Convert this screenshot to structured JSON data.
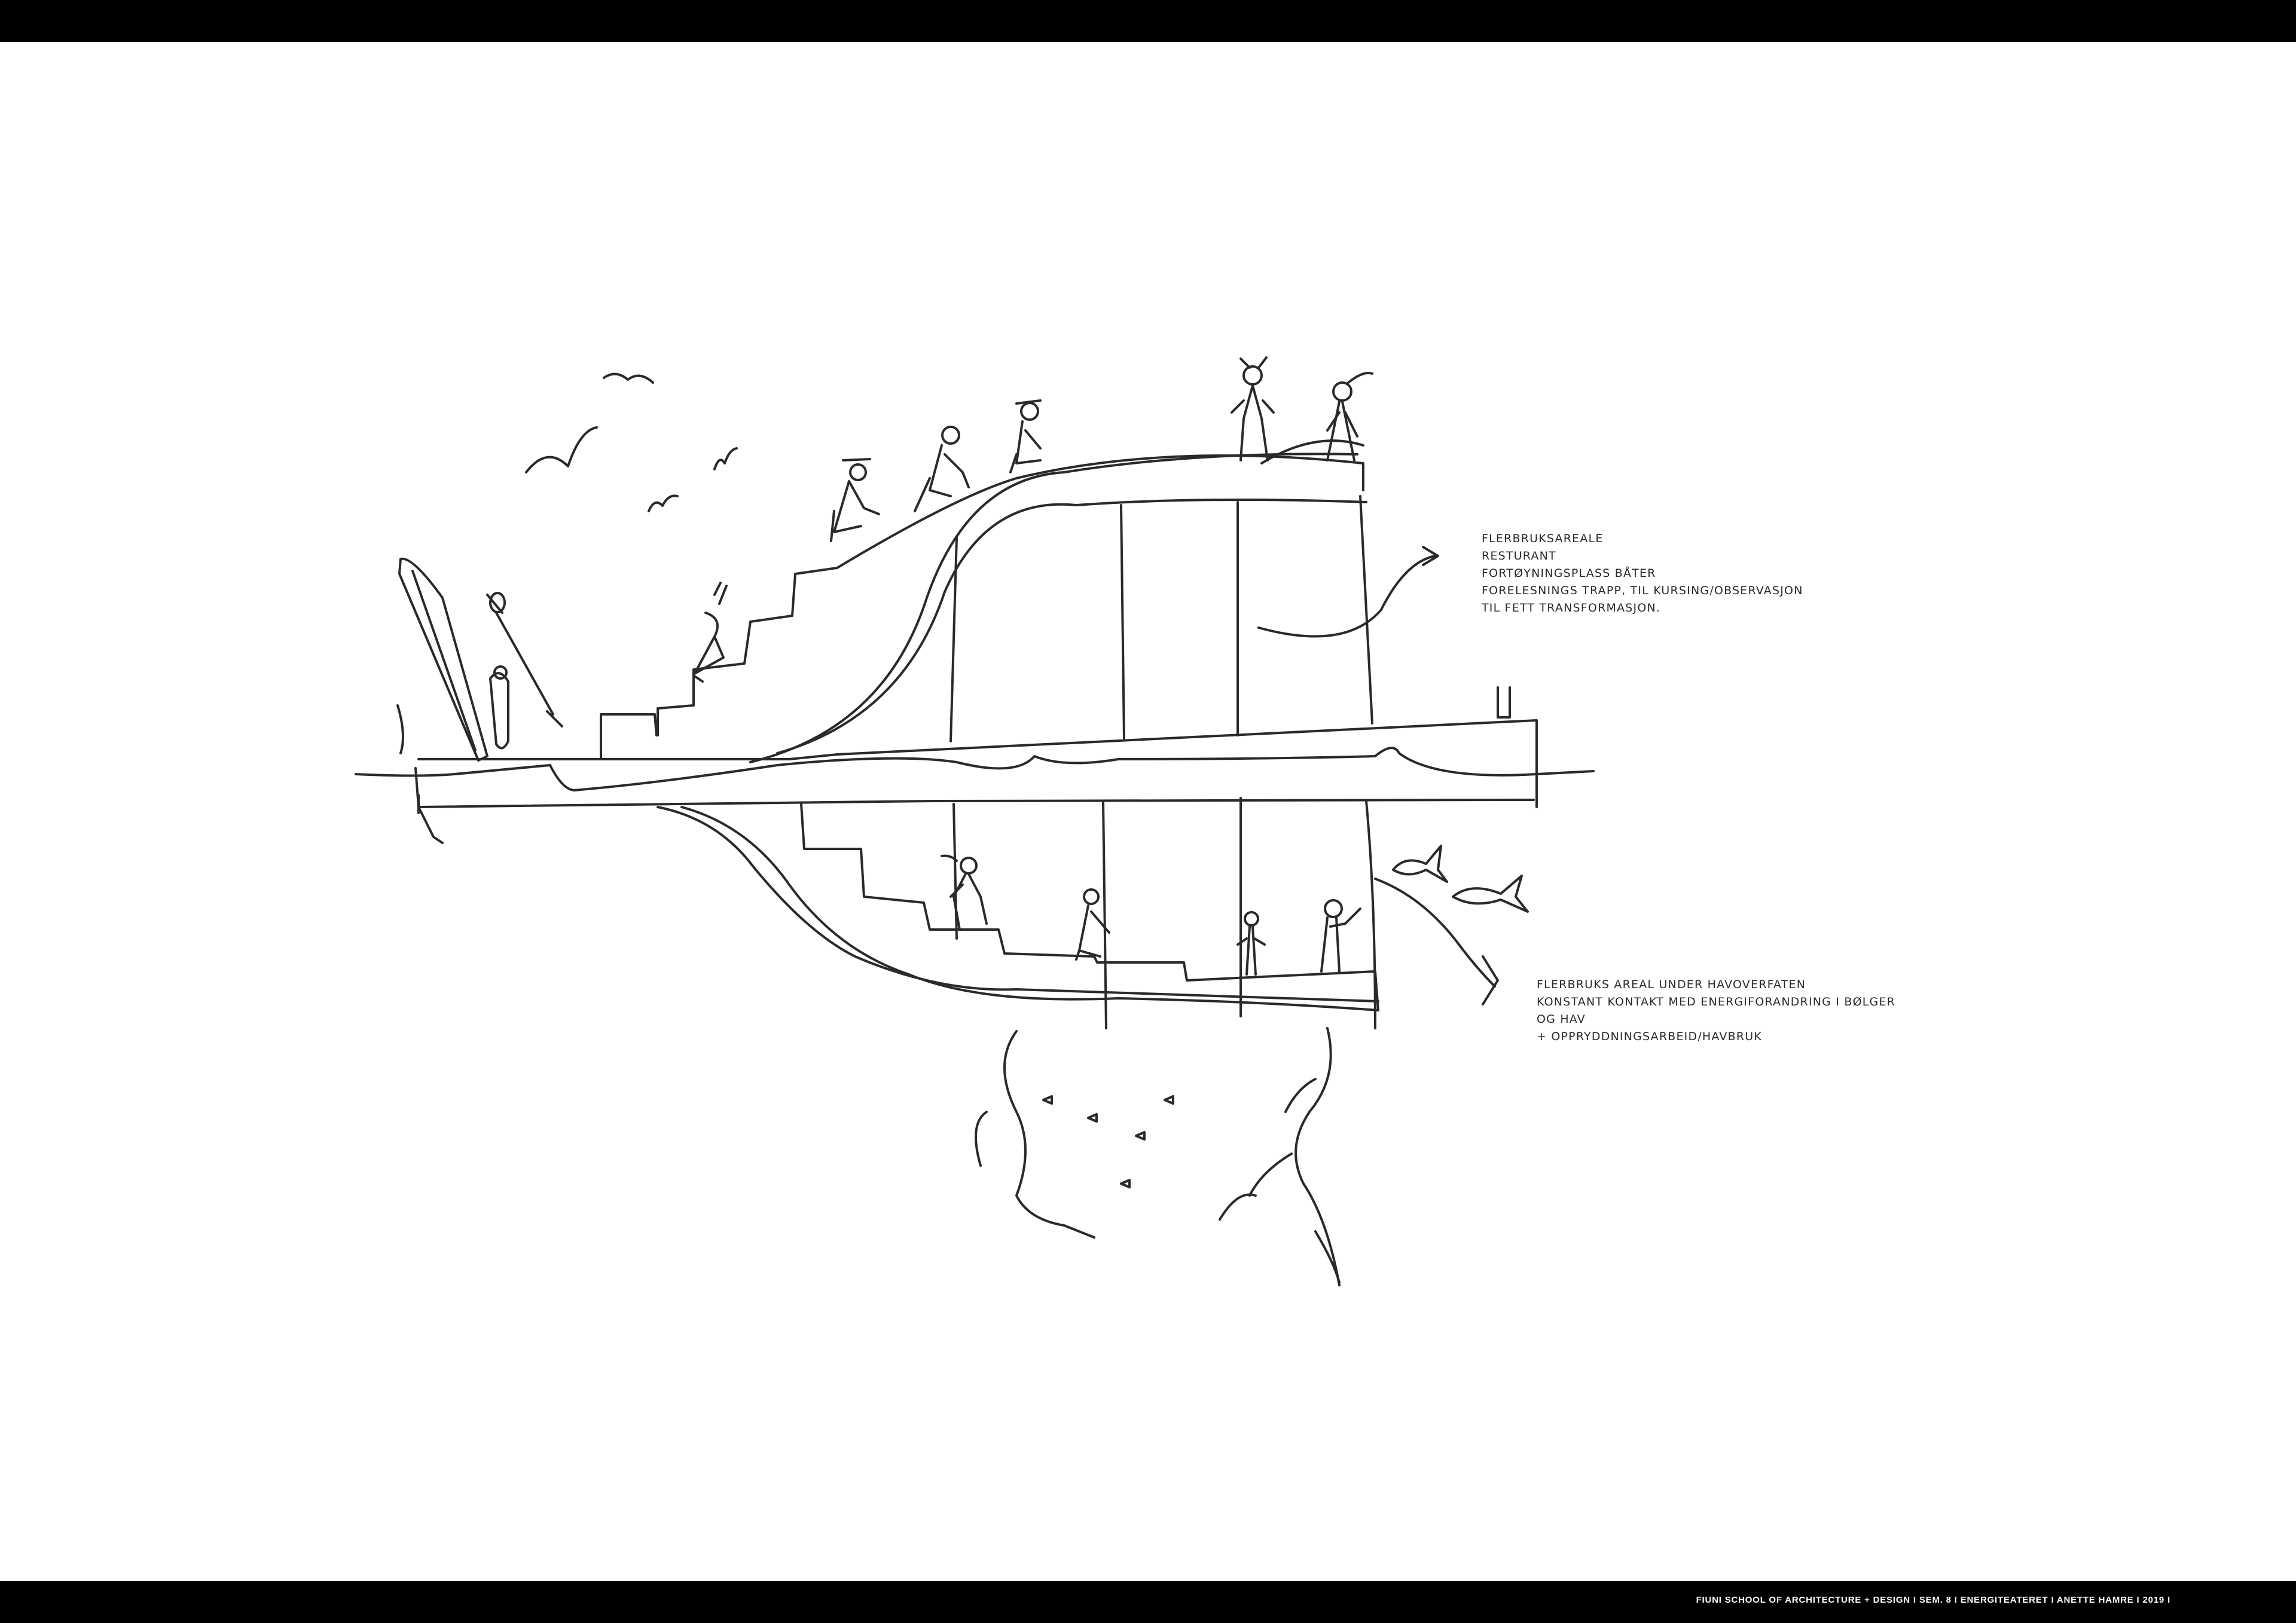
{
  "notes": {
    "upper": [
      "FLERBRUKSAREALE",
      "RESTURANT",
      "FORTØYNINGSPLASS BÅTER",
      "FORELESNINGS TRAPP, TIL KURSING/OBSERVASJON",
      "TIL FETT TRANSFORMASJON."
    ],
    "lower": [
      "FLERBRUKS AREAL UNDER HAVOVERFATEN",
      "KONSTANT KONTAKT MED ENERGIFORANDRING I BØLGER",
      "OG HAV",
      "+ OPPRYDDNINGSARBEID/HAVBRUK"
    ]
  },
  "footer": "FIUNI SCHOOL OF ARCHITECTURE + DESIGN I SEM. 8 I ENERGITEATERET I ANETTE HAMRE I 2019 I",
  "colors": {
    "ink": "#2a2a2a",
    "frame": "#000000",
    "paper": "#ffffff"
  }
}
